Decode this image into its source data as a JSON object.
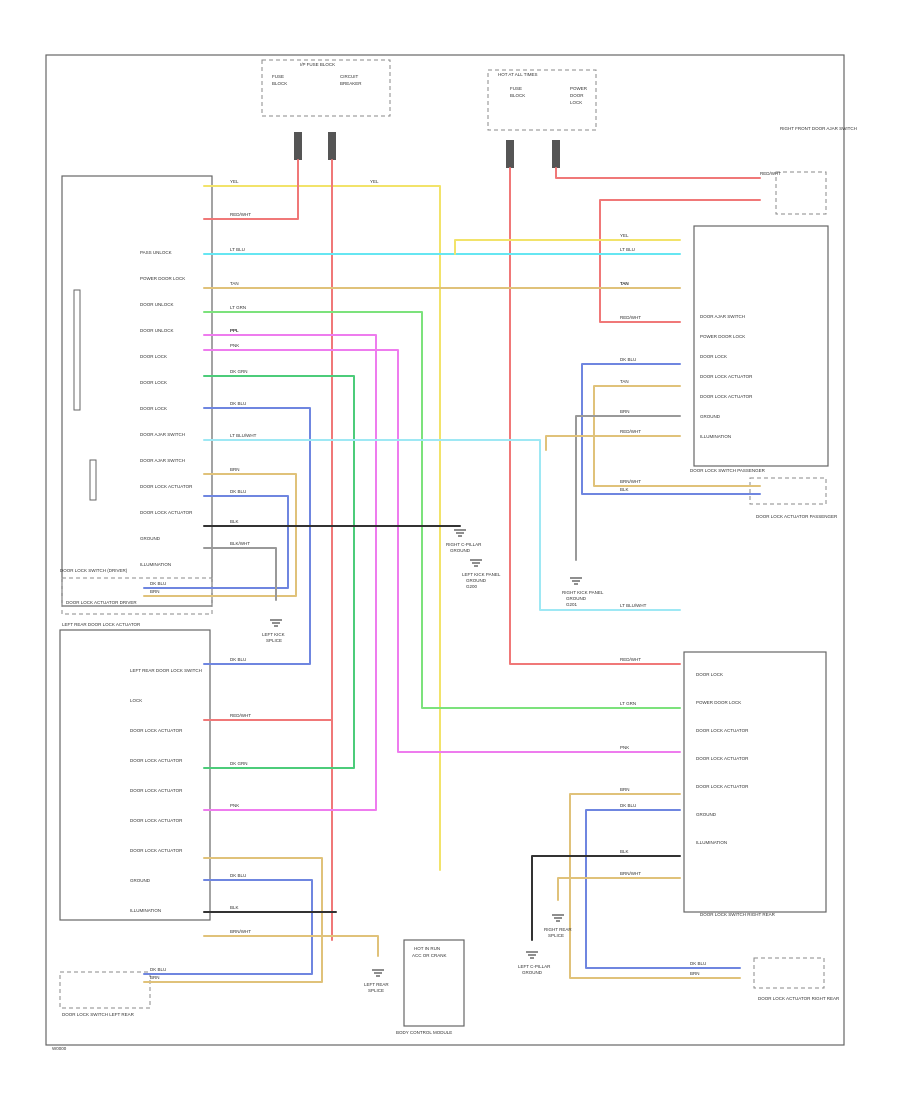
{
  "page_label": "W0000",
  "colors": {
    "yellow": "#f2e36a",
    "red": "#f07878",
    "cyan": "#66e6f2",
    "tan": "#e0c27a",
    "green": "#7ce27c",
    "magenta": "#ee7cee",
    "dkgreen": "#4ccc7a",
    "blue": "#6f86e0",
    "lightblue": "#9ee8f4",
    "black": "#333333",
    "gray": "#999999"
  },
  "components": {
    "fuse_block_left": {
      "title": "I/P FUSE BLOCK",
      "lines": [
        "FUSE",
        "BLOCK",
        "CIRCUIT",
        "BREAKER"
      ]
    },
    "fuse_block_right": {
      "title": "HOT AT ALL TIMES",
      "lines": [
        "FUSE",
        "BLOCK",
        "POWER",
        "DOOR",
        "LOCK"
      ]
    },
    "driver_door_switch": {
      "title": "DOOR LOCK SWITCH (DRIVER)",
      "terminals": [
        "PASS UNLOCK",
        "POWER DOOR LOCK",
        "DOOR UNLOCK",
        "DOOR UNLOCK",
        "DOOR LOCK",
        "DOOR LOCK",
        "DOOR LOCK",
        "DOOR AJAR SWITCH",
        "DOOR AJAR SWITCH",
        "DOOR LOCK ACTUATOR",
        "DOOR LOCK ACTUATOR",
        "GROUND",
        "ILLUMINATION"
      ]
    },
    "door_lock_actuator_driver": {
      "title": "DOOR LOCK ACTUATOR DRIVER"
    },
    "left_rear_door": {
      "title": "LEFT REAR DOOR LOCK ACTUATOR",
      "terminals": [
        "LEFT REAR DOOR LOCK SWITCH",
        "LOCK",
        "DOOR LOCK ACTUATOR",
        "DOOR LOCK ACTUATOR",
        "DOOR LOCK ACTUATOR",
        "DOOR LOCK ACTUATOR",
        "DOOR LOCK ACTUATOR",
        "GROUND",
        "ILLUMINATION"
      ]
    },
    "left_rear_switch": {
      "title": "DOOR LOCK SWITCH LEFT REAR"
    },
    "right_front_door": {
      "title": "DOOR LOCK SWITCH PASSENGER",
      "terminals": [
        "DOOR AJAR SWITCH",
        "POWER DOOR LOCK",
        "DOOR LOCK",
        "DOOR LOCK ACTUATOR",
        "DOOR LOCK ACTUATOR",
        "GROUND",
        "ILLUMINATION"
      ]
    },
    "right_rear_door": {
      "title": "DOOR LOCK SWITCH RIGHT REAR",
      "terminals": [
        "DOOR LOCK",
        "POWER DOOR LOCK",
        "DOOR LOCK ACTUATOR",
        "DOOR LOCK ACTUATOR",
        "DOOR LOCK ACTUATOR",
        "GROUND",
        "ILLUMINATION"
      ]
    },
    "passenger_actuator": {
      "title": "DOOR LOCK ACTUATOR PASSENGER"
    },
    "right_rear_actuator": {
      "title": "DOOR LOCK ACTUATOR RIGHT REAR"
    },
    "right_front_switch": {
      "title": "RIGHT FRONT DOOR AJAR SWITCH"
    },
    "body_control_module": {
      "title": "BODY CONTROL MODULE",
      "lines": [
        "HOT IN RUN",
        "ACC OR CRANK"
      ]
    },
    "grounds": [
      {
        "id": "g1",
        "title": "LEFT KICK PANEL",
        "lines": [
          "GROUND",
          "G200"
        ]
      },
      {
        "id": "g2",
        "title": "RIGHT KICK PANEL",
        "lines": [
          "GROUND",
          "G201"
        ]
      },
      {
        "id": "g3",
        "title": "LEFT KICK",
        "lines": [
          "SPLICE"
        ]
      },
      {
        "id": "g4",
        "title": "LEFT REAR",
        "lines": [
          "SPLICE"
        ]
      },
      {
        "id": "g5",
        "title": "RIGHT REAR",
        "lines": [
          "SPLICE"
        ]
      },
      {
        "id": "g6",
        "title": "LEFT C-PILLAR",
        "lines": [
          "GROUND"
        ]
      },
      {
        "id": "g7",
        "title": "RIGHT C-PILLAR",
        "lines": [
          "GROUND"
        ]
      }
    ]
  },
  "wire_labels": [
    "YEL",
    "YEL",
    "RED/WHT",
    "LT BLU",
    "TAN",
    "LT GRN",
    "PPL",
    "PNK",
    "DK GRN",
    "DK BLU",
    "LT BLU/WHT",
    "BRN",
    "DK BLU",
    "BLK",
    "BLK/WHT",
    "RED/WHT",
    "RED/WHT",
    "PNK",
    "TAN",
    "LT BLU",
    "YEL",
    "TAN",
    "BRN",
    "RED/WHT",
    "BLK",
    "BRN/WHT",
    "DK BLU",
    "DK BLU",
    "BRN",
    "DK BLU",
    "RED/WHT",
    "LT GRN",
    "PNK",
    "BRN",
    "DK BLU",
    "BLK",
    "BRN/WHT",
    "DK BLU",
    "BRN",
    "RED/WHT",
    "DK GRN",
    "PPL",
    "TAN",
    "DK BLU",
    "BLK",
    "BRN/WHT",
    "DK BLU",
    "BRN",
    "LT BLU/WHT"
  ]
}
